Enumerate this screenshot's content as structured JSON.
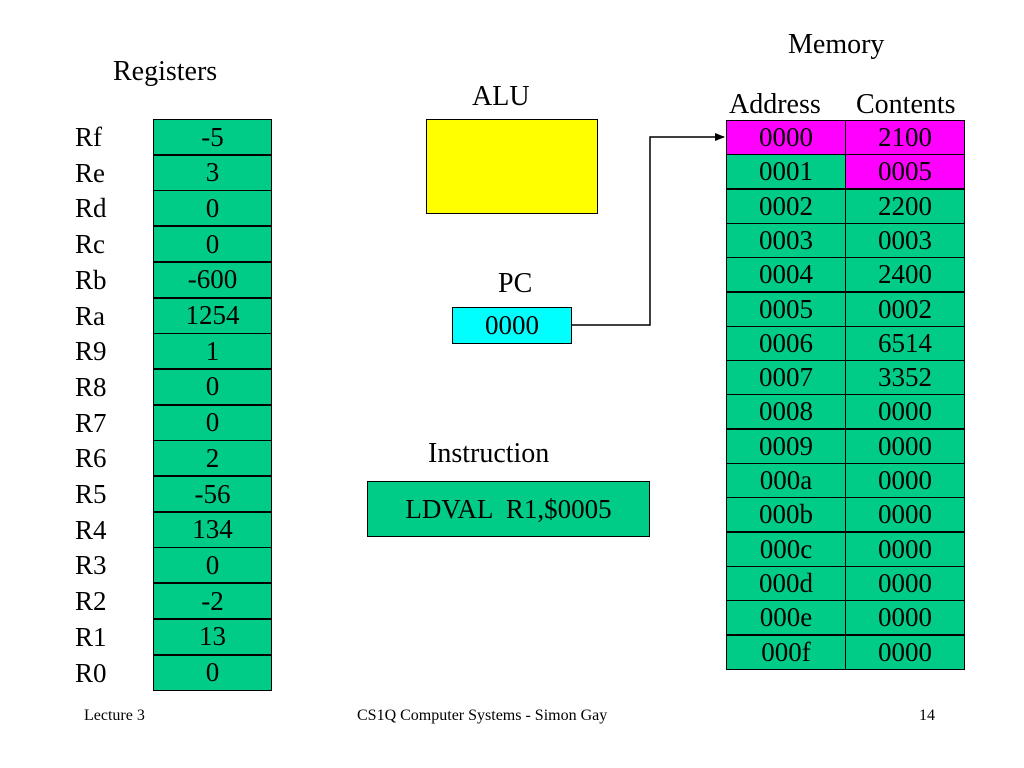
{
  "colors": {
    "register_fill": "#00cc88",
    "memory_fill": "#00cc88",
    "memory_highlight": "#ff00ff",
    "alu_fill": "#ffff00",
    "pc_fill": "#00ffff",
    "instruction_fill": "#00cc88"
  },
  "registers": {
    "heading": "Registers",
    "items": [
      {
        "name": "Rf",
        "value": "-5"
      },
      {
        "name": "Re",
        "value": "3"
      },
      {
        "name": "Rd",
        "value": "0"
      },
      {
        "name": "Rc",
        "value": "0"
      },
      {
        "name": "Rb",
        "value": "-600"
      },
      {
        "name": "Ra",
        "value": "1254"
      },
      {
        "name": "R9",
        "value": "1"
      },
      {
        "name": "R8",
        "value": "0"
      },
      {
        "name": "R7",
        "value": "0"
      },
      {
        "name": "R6",
        "value": "2"
      },
      {
        "name": "R5",
        "value": "-56"
      },
      {
        "name": "R4",
        "value": "134"
      },
      {
        "name": "R3",
        "value": "0"
      },
      {
        "name": "R2",
        "value": "-2"
      },
      {
        "name": "R1",
        "value": "13"
      },
      {
        "name": "R0",
        "value": "0"
      }
    ]
  },
  "alu": {
    "heading": "ALU",
    "value": ""
  },
  "pc": {
    "heading": "PC",
    "value": "0000"
  },
  "instruction": {
    "heading": "Instruction",
    "value": "LDVAL  R1,$0005"
  },
  "memory": {
    "heading": "Memory",
    "address_header": "Address",
    "contents_header": "Contents",
    "rows": [
      {
        "address": "0000",
        "contents": "2100",
        "address_highlight": true,
        "contents_highlight": true
      },
      {
        "address": "0001",
        "contents": "0005",
        "address_highlight": false,
        "contents_highlight": true
      },
      {
        "address": "0002",
        "contents": "2200",
        "address_highlight": false,
        "contents_highlight": false
      },
      {
        "address": "0003",
        "contents": "0003",
        "address_highlight": false,
        "contents_highlight": false
      },
      {
        "address": "0004",
        "contents": "2400",
        "address_highlight": false,
        "contents_highlight": false
      },
      {
        "address": "0005",
        "contents": "0002",
        "address_highlight": false,
        "contents_highlight": false
      },
      {
        "address": "0006",
        "contents": "6514",
        "address_highlight": false,
        "contents_highlight": false
      },
      {
        "address": "0007",
        "contents": "3352",
        "address_highlight": false,
        "contents_highlight": false
      },
      {
        "address": "0008",
        "contents": "0000",
        "address_highlight": false,
        "contents_highlight": false
      },
      {
        "address": "0009",
        "contents": "0000",
        "address_highlight": false,
        "contents_highlight": false
      },
      {
        "address": "000a",
        "contents": "0000",
        "address_highlight": false,
        "contents_highlight": false
      },
      {
        "address": "000b",
        "contents": "0000",
        "address_highlight": false,
        "contents_highlight": false
      },
      {
        "address": "000c",
        "contents": "0000",
        "address_highlight": false,
        "contents_highlight": false
      },
      {
        "address": "000d",
        "contents": "0000",
        "address_highlight": false,
        "contents_highlight": false
      },
      {
        "address": "000e",
        "contents": "0000",
        "address_highlight": false,
        "contents_highlight": false
      },
      {
        "address": "000f",
        "contents": "0000",
        "address_highlight": false,
        "contents_highlight": false
      }
    ]
  },
  "footer": {
    "left": "Lecture 3",
    "center": "CS1Q Computer Systems - Simon Gay",
    "right": "14"
  }
}
